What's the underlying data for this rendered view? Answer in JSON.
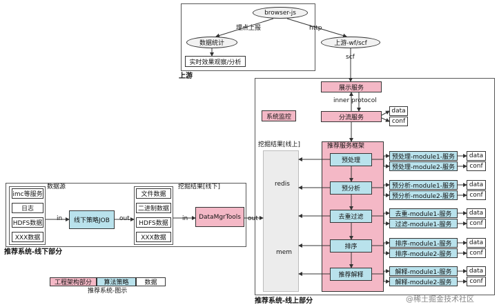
{
  "upstream": {
    "title": "上游",
    "browser": "browser-js",
    "edge_report": "埋点上报",
    "edge_http": "http",
    "stats": "数据统计",
    "realtime": "实时效果观察/分析",
    "wfscf": "上游-wf/scf",
    "scf": "scf"
  },
  "online": {
    "title": "推荐系统-线上部分",
    "display": "展示服务",
    "inner_protocol": "inner protocol",
    "monitor": "系统监控",
    "split": "分流服务",
    "data": "data",
    "conf": "conf",
    "mining_online": "挖掘结果[线上]",
    "redis": "redis",
    "mem": "mem",
    "framework": "推荐服务框架",
    "stages": [
      "预处理",
      "预分析",
      "去重过滤",
      "排序",
      "推荐解释"
    ],
    "modules": [
      [
        "预处理-module1-服务",
        "预处理-module2-服务"
      ],
      [
        "预分析-module1-服务",
        "预分析-module2-服务"
      ],
      [
        "去重-module1-服务",
        "过滤-module1-服务"
      ],
      [
        "排序-module1-服务",
        "排序-module2-服务"
      ],
      [
        "解释-module1-服务",
        "解释-module2-服务"
      ]
    ]
  },
  "offline": {
    "title": "推荐系统-线下部分",
    "source_label": "数据源",
    "sources": [
      "imc等服务",
      "日志",
      "HDFS数据",
      "XXX数据"
    ],
    "job": "线下策略JOB",
    "edge_in": "in",
    "edge_out": "out",
    "mining_offline": "挖掘结果[线下]",
    "results": [
      "文件数据",
      "二进制数据",
      "HDFS数据",
      "XXX数据"
    ],
    "datamgr": "DataMgrTools"
  },
  "legend": {
    "items": [
      "工程架构部分",
      "算法策略",
      "数据"
    ],
    "caption": "推荐系统-图示"
  },
  "watermark": "@稀土掘金技术社区",
  "colors": {
    "pink": "#f4b8c6",
    "blue": "#b9e2ec",
    "line": "#333333"
  }
}
